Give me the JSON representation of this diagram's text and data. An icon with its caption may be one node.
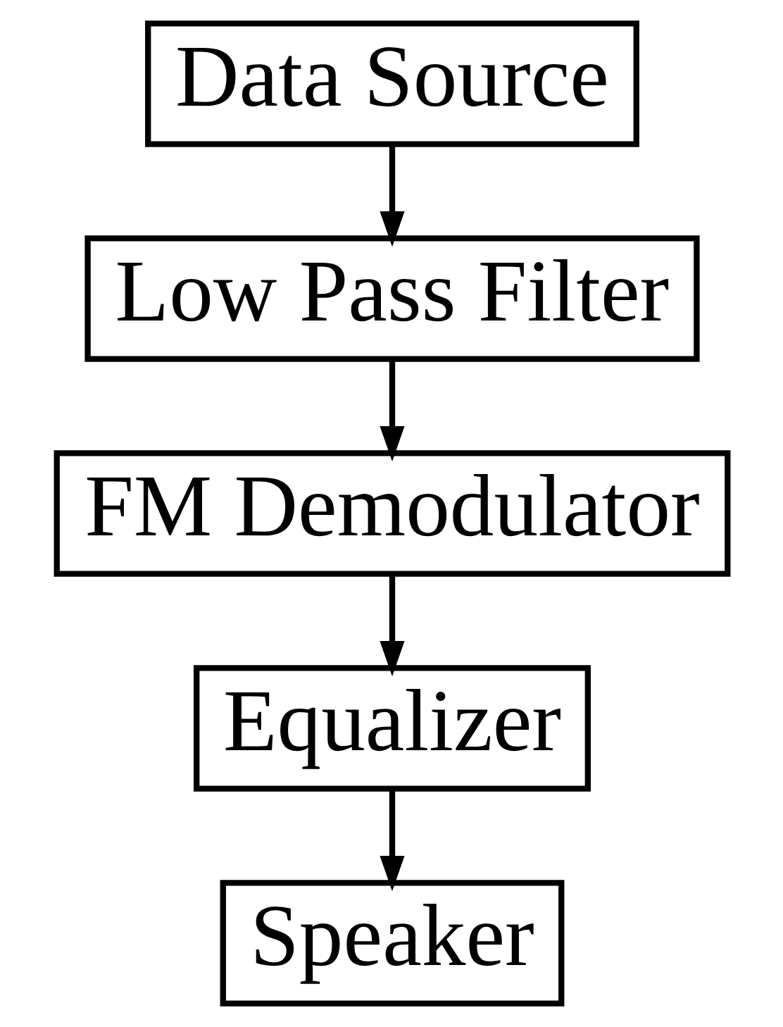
{
  "diagram": {
    "nodes": [
      {
        "text": [
          "Data Source"
        ]
      },
      {
        "text": [
          "Low Pass Filter"
        ]
      },
      {
        "text": [
          "FM Demodulator"
        ]
      },
      {
        "text": [
          "Equalizer"
        ]
      },
      {
        "text": [
          "Speaker"
        ]
      }
    ],
    "edges": [
      {
        "from": 0,
        "to": 1,
        "arrow": "to"
      },
      {
        "from": 1,
        "to": 2,
        "arrow": "to"
      },
      {
        "from": 2,
        "to": 3,
        "arrow": "to"
      },
      {
        "from": 3,
        "to": 4,
        "arrow": "to"
      }
    ]
  }
}
